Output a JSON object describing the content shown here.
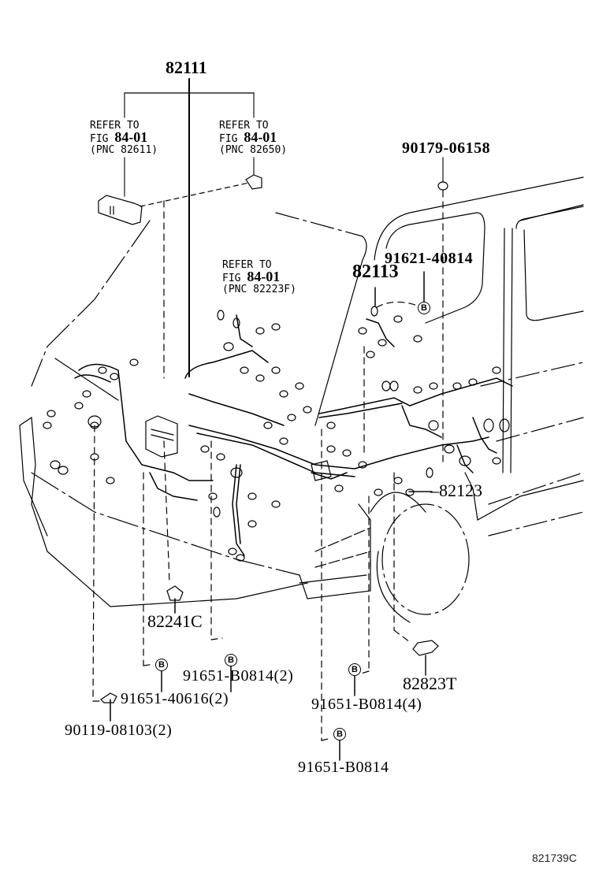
{
  "diagram": {
    "type": "parts-exploded-view",
    "subject": "engine room wire harness",
    "figure_code": "821739C",
    "main_parts": [
      {
        "id": "p82111",
        "number": "82111"
      },
      {
        "id": "p82113",
        "number": "82113"
      },
      {
        "id": "p82123",
        "number": "–82123"
      },
      {
        "id": "p82241c",
        "number": "82241C"
      },
      {
        "id": "p82823t",
        "number": "82823T"
      }
    ],
    "references": [
      {
        "line1": "REFER TO",
        "fig_prefix": "FIG",
        "fig": "84-01",
        "pnc": "(PNC 82611)"
      },
      {
        "line1": "REFER TO",
        "fig_prefix": "FIG",
        "fig": "84-01",
        "pnc": "(PNC 82650)"
      },
      {
        "line1": "REFER TO",
        "fig_prefix": "FIG",
        "fig": "84-01",
        "pnc": "(PNC 82223F)"
      }
    ],
    "fasteners": [
      {
        "number": "90179-06158"
      },
      {
        "number": "91621-40814"
      },
      {
        "number": "91651-B0814(2)"
      },
      {
        "number": "91651-40616(2)"
      },
      {
        "number": "90119-08103(2)"
      },
      {
        "number": "91651-B0814(4)"
      },
      {
        "number": "91651-B0814"
      }
    ],
    "bolt_marker": "B"
  }
}
